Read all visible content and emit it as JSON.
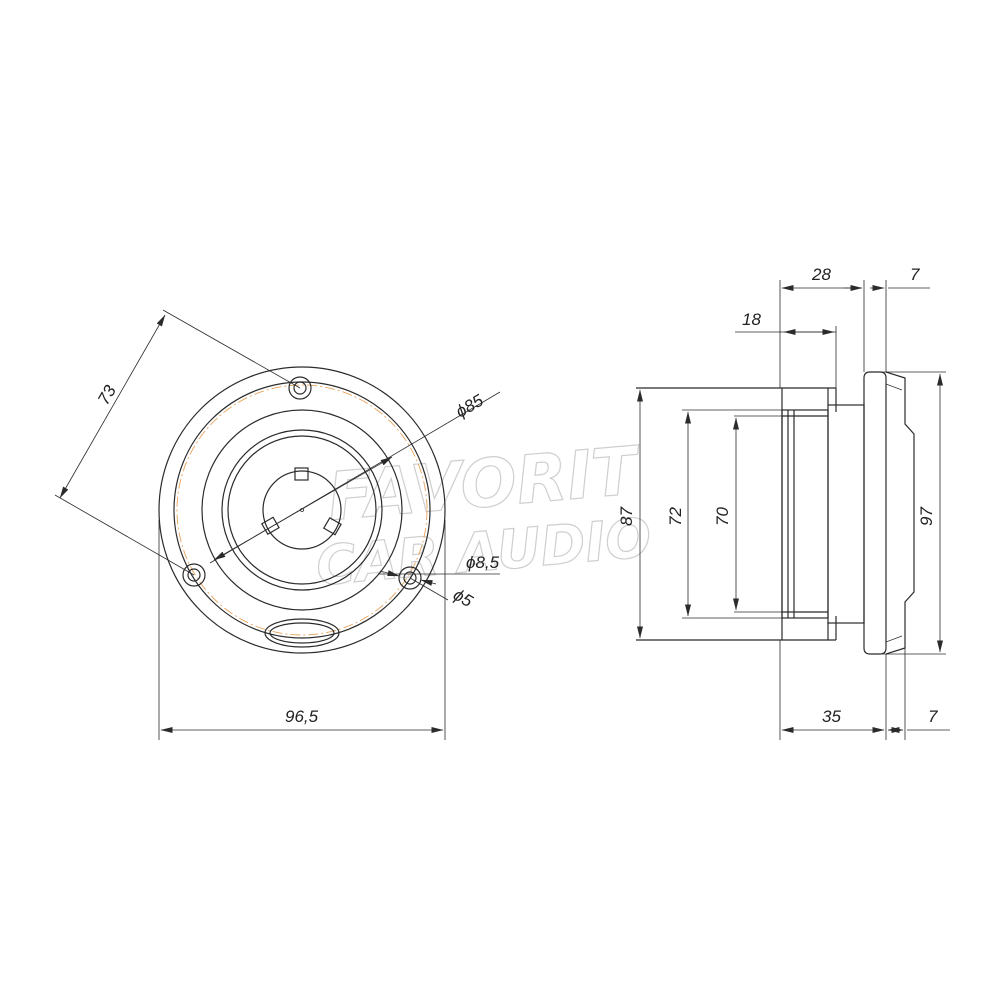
{
  "front_view": {
    "dimensions": {
      "diameter_85": "ϕ85",
      "hole_spacing": "73",
      "width": "96,5",
      "hole_diameter_outer": "ϕ8,5",
      "hole_diameter_inner": "ϕ5"
    }
  },
  "side_view": {
    "dimensions": {
      "depth_28": "28",
      "flange_7_top": "7",
      "depth_18": "18",
      "height_87": "87",
      "height_72": "72",
      "height_70": "70",
      "height_97": "97",
      "depth_35": "35",
      "flange_7_bottom": "7"
    }
  },
  "watermark": {
    "line1": "FAVORIT",
    "line2": "CAR AUDIO"
  },
  "colors": {
    "line": "#2b2b2b",
    "axis": "#e8a25a",
    "watermark": "#cfcfcf"
  }
}
